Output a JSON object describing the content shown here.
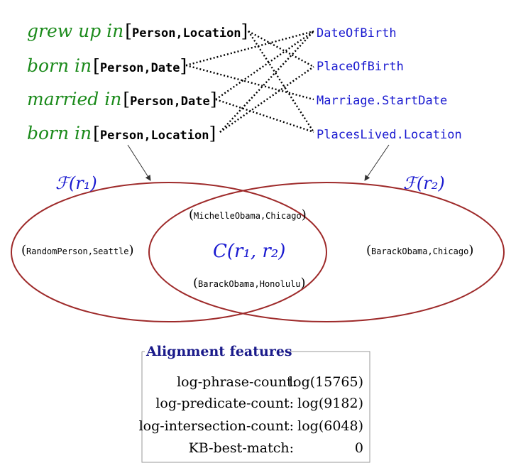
{
  "phrases": [
    {
      "text": "grew up in",
      "types": "Person,Location"
    },
    {
      "text": "born in",
      "types": "Person,Date"
    },
    {
      "text": "married in",
      "types": "Person,Date"
    },
    {
      "text": "born in",
      "types": "Person,Location"
    }
  ],
  "predicates": [
    "DateOfBirth",
    "PlaceOfBirth",
    "Marriage.StartDate",
    "PlacesLived.Location"
  ],
  "set_labels": {
    "left": "ℱ(r₁)",
    "right": "ℱ(r₂)",
    "center": "C(r₁, r₂)"
  },
  "pairs": {
    "left_only": "RandomPerson,Seattle",
    "both_top": "MichelleObama,Chicago",
    "both_bottom": "BarackObama,Honolulu",
    "right_only": "BarackObama,Chicago"
  },
  "features": {
    "title": "Alignment features",
    "rows": [
      {
        "label": "log-phrase-count:",
        "value": "log(15765)"
      },
      {
        "label": "log-predicate-count:",
        "value": "log(9182)"
      },
      {
        "label": "log-intersection-count:",
        "value": "log(6048)"
      },
      {
        "label": "KB-best-match:",
        "value": "0"
      }
    ]
  },
  "colors": {
    "ellipse": "#9e2a2a",
    "phrase": "#1a8a1a",
    "predicate": "#1a1ad0"
  }
}
